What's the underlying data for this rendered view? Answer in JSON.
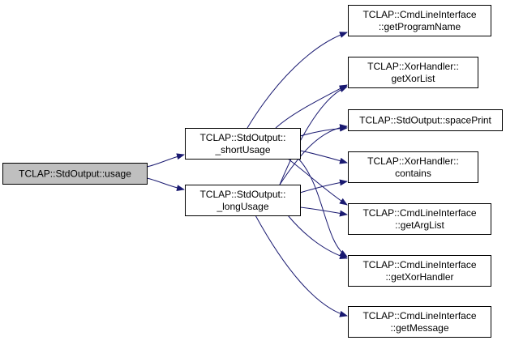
{
  "graph": {
    "nodes": [
      {
        "id": "usage",
        "lines": [
          "TCLAP::StdOutput::usage"
        ],
        "highlighted": true
      },
      {
        "id": "shortUsage",
        "lines": [
          "TCLAP::StdOutput::",
          "_shortUsage"
        ]
      },
      {
        "id": "longUsage",
        "lines": [
          "TCLAP::StdOutput::",
          "_longUsage"
        ]
      },
      {
        "id": "getProgramName",
        "lines": [
          "TCLAP::CmdLineInterface",
          "::getProgramName"
        ]
      },
      {
        "id": "getXorList",
        "lines": [
          "TCLAP::XorHandler::",
          "getXorList"
        ]
      },
      {
        "id": "spacePrint",
        "lines": [
          "TCLAP::StdOutput::spacePrint"
        ]
      },
      {
        "id": "contains",
        "lines": [
          "TCLAP::XorHandler::",
          "contains"
        ]
      },
      {
        "id": "getArgList",
        "lines": [
          "TCLAP::CmdLineInterface",
          "::getArgList"
        ]
      },
      {
        "id": "getXorHandler",
        "lines": [
          "TCLAP::CmdLineInterface",
          "::getXorHandler"
        ]
      },
      {
        "id": "getMessage",
        "lines": [
          "TCLAP::CmdLineInterface",
          "::getMessage"
        ]
      }
    ],
    "edges": [
      {
        "from": "usage",
        "to": "shortUsage"
      },
      {
        "from": "usage",
        "to": "longUsage"
      },
      {
        "from": "shortUsage",
        "to": "getProgramName"
      },
      {
        "from": "shortUsage",
        "to": "getXorList"
      },
      {
        "from": "shortUsage",
        "to": "spacePrint"
      },
      {
        "from": "shortUsage",
        "to": "contains"
      },
      {
        "from": "shortUsage",
        "to": "getArgList"
      },
      {
        "from": "shortUsage",
        "to": "getXorHandler"
      },
      {
        "from": "longUsage",
        "to": "getXorList"
      },
      {
        "from": "longUsage",
        "to": "spacePrint"
      },
      {
        "from": "longUsage",
        "to": "contains"
      },
      {
        "from": "longUsage",
        "to": "getArgList"
      },
      {
        "from": "longUsage",
        "to": "getXorHandler"
      },
      {
        "from": "longUsage",
        "to": "getMessage"
      }
    ],
    "colors": {
      "edge": "#191970",
      "node_border": "#000000",
      "node_fill": "#ffffff",
      "highlight_fill": "#bfbfbf",
      "text": "#000000"
    }
  }
}
